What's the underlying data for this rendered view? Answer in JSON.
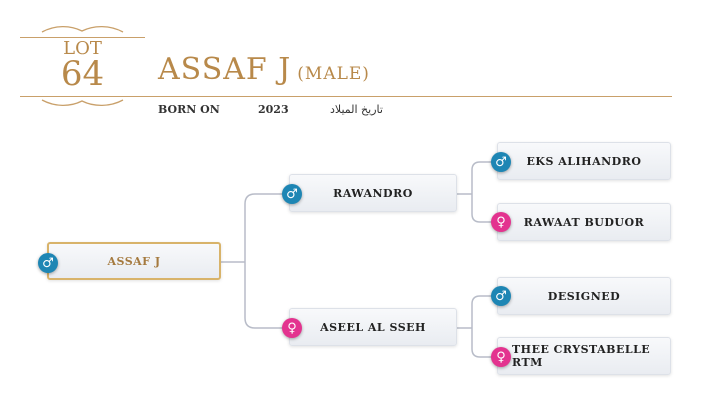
{
  "lot": {
    "label": "LOT",
    "number": "64"
  },
  "horse": {
    "name": "ASSAF J",
    "sex": "(MALE)"
  },
  "born": {
    "label": "BORN ON",
    "year": "2023",
    "arabic_label": "تاريخ الميلاد"
  },
  "pedigree": {
    "subject": {
      "name": "ASSAF J",
      "gender": "male"
    },
    "sire": {
      "name": "RAWANDRO",
      "gender": "male"
    },
    "dam": {
      "name": "ASEEL AL SSEH",
      "gender": "female"
    },
    "sire_sire": {
      "name": "EKS ALIHANDRO",
      "gender": "male"
    },
    "sire_dam": {
      "name": "RAWAAT BUDUOR",
      "gender": "female"
    },
    "dam_sire": {
      "name": "DESIGNED",
      "gender": "male"
    },
    "dam_dam": {
      "name": "THEE CRYSTABELLE RTM",
      "gender": "female"
    }
  },
  "icons": {
    "male": "♂",
    "female": "♀"
  },
  "colors": {
    "gold": "#b8894a",
    "male": "#1e86b4",
    "female": "#e3338f"
  }
}
